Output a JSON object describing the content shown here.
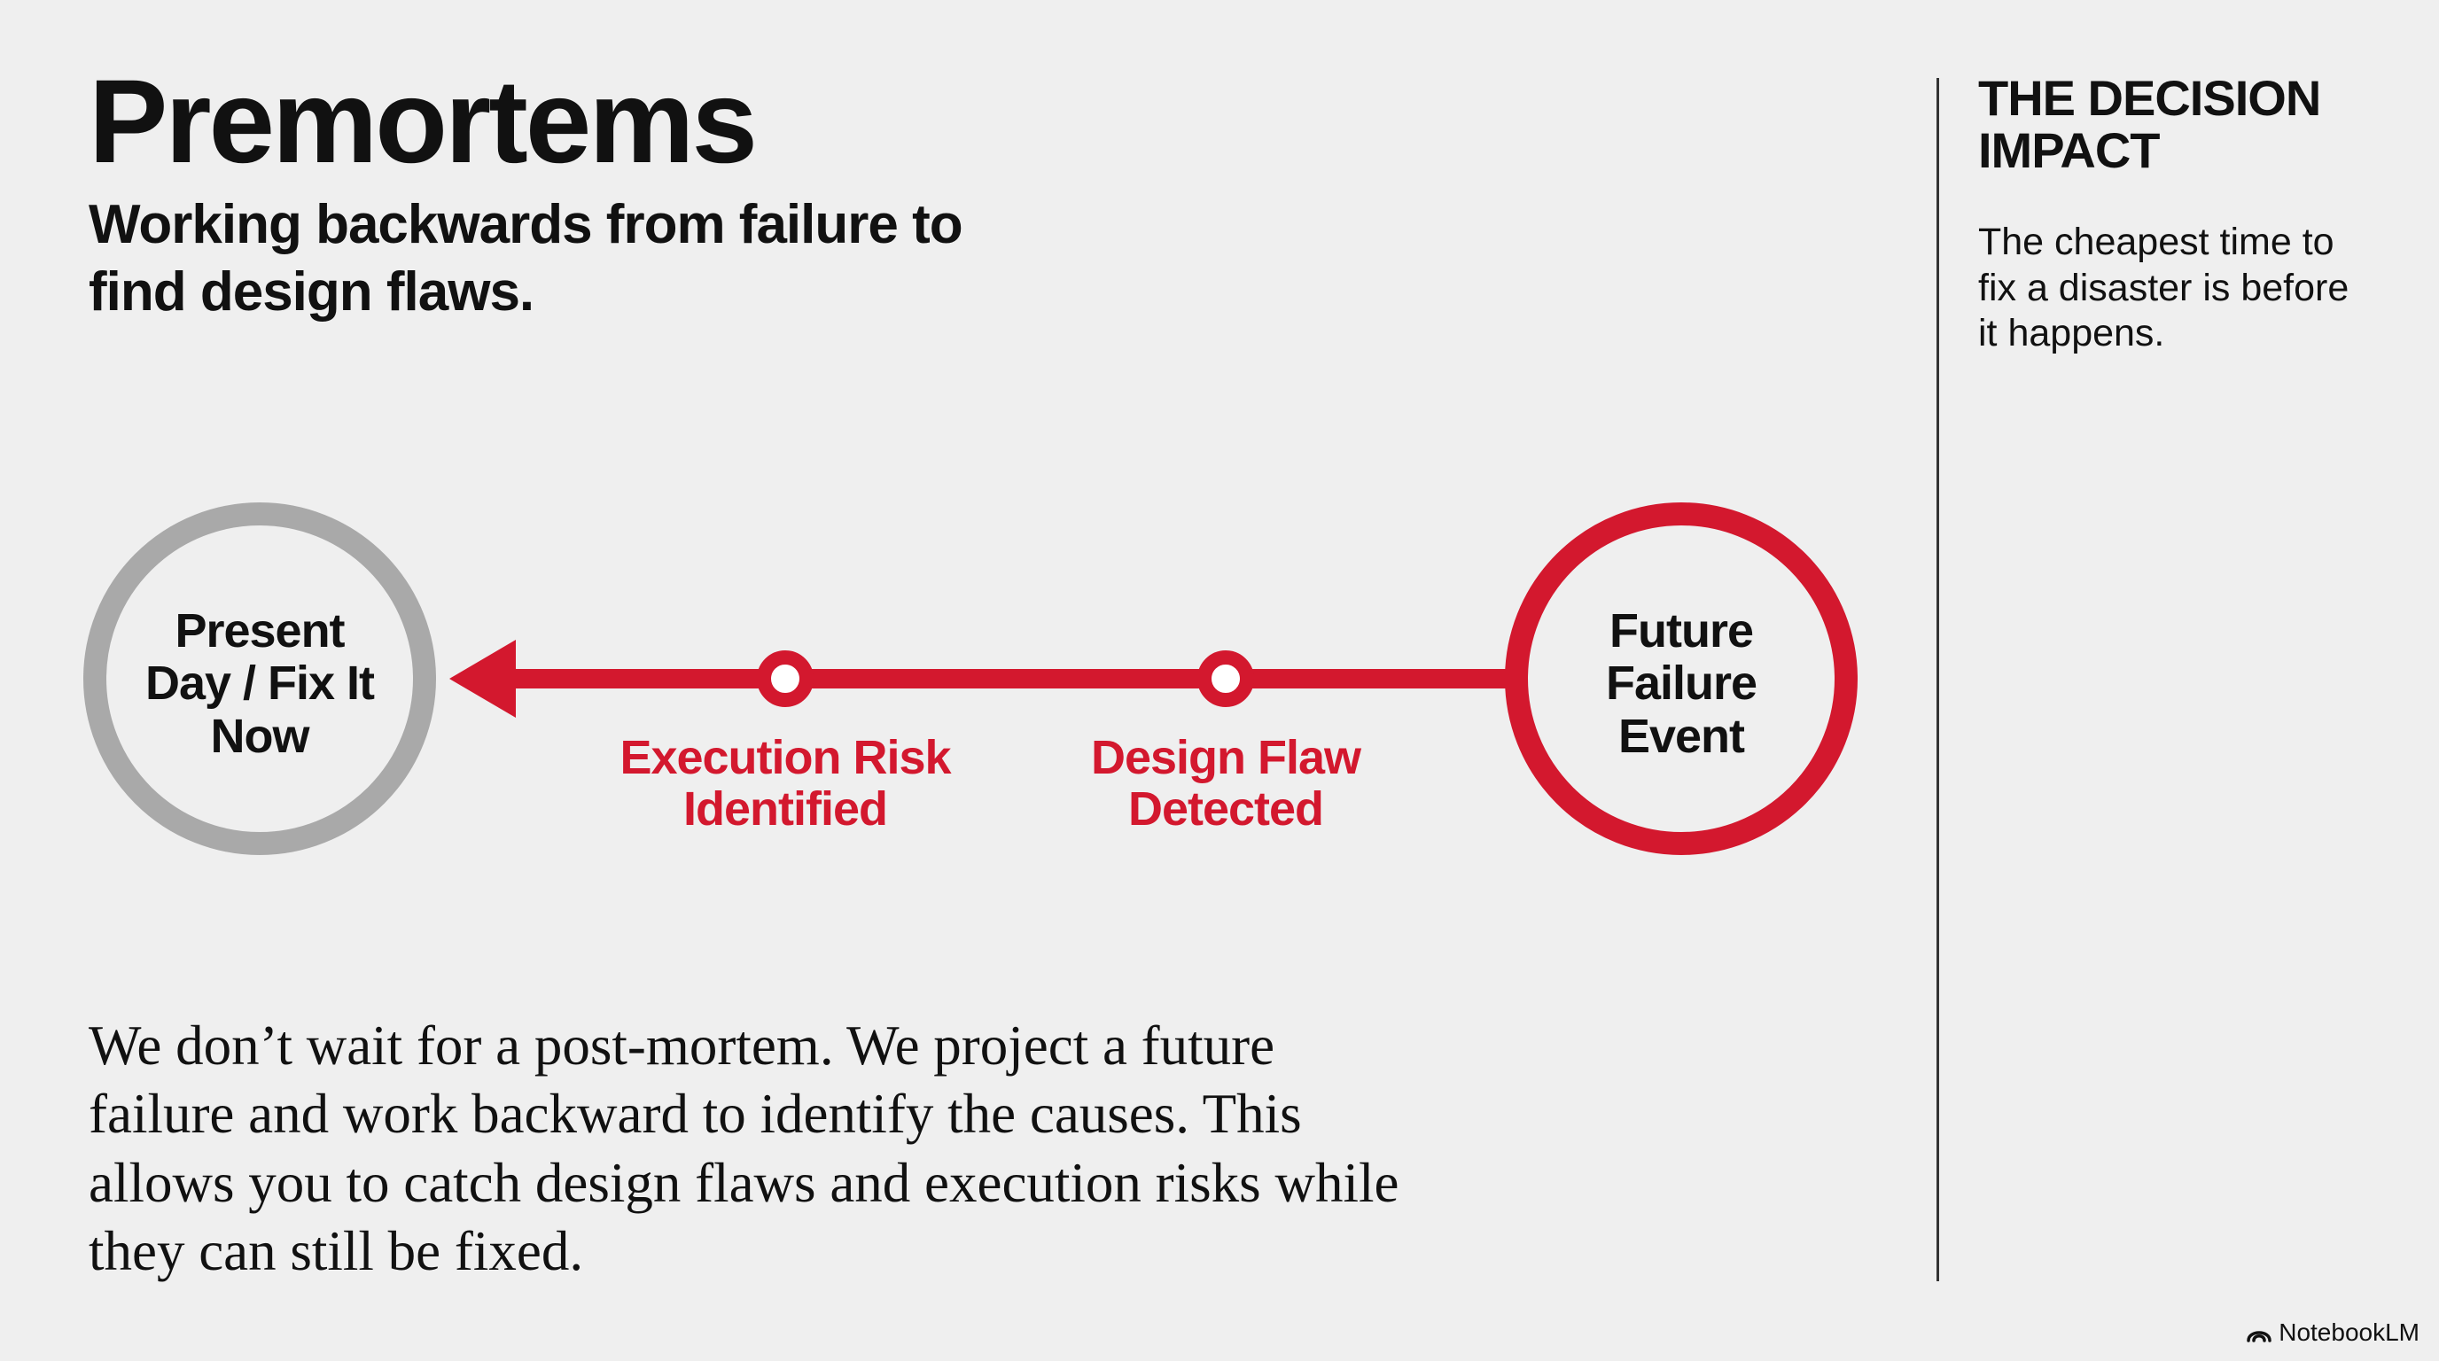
{
  "title": "Premortems",
  "subtitle": "Working backwards from failure to find design flaws.",
  "body": "We don’t wait for a post-mortem. We project a future failure and work backward to identify the causes. This allows you to catch design flaws and execution risks while they can still be fixed.",
  "sidebar": {
    "heading": "THE DECISION IMPACT",
    "text": "The cheapest time to fix a disaster is before it happens."
  },
  "timeline": {
    "start_node": "Present Day / Fix It Now",
    "end_node": "Future Failure Event",
    "milestones": [
      {
        "label": "Execution Risk Identified"
      },
      {
        "label": "Design Flaw Detected"
      }
    ]
  },
  "colors": {
    "accent": "#d3182e",
    "present_node": "#a9a9a9",
    "background": "#efefef",
    "text": "#111111"
  },
  "footer": {
    "brand": "NotebookLM",
    "icon": "notebooklm-logo-icon"
  }
}
